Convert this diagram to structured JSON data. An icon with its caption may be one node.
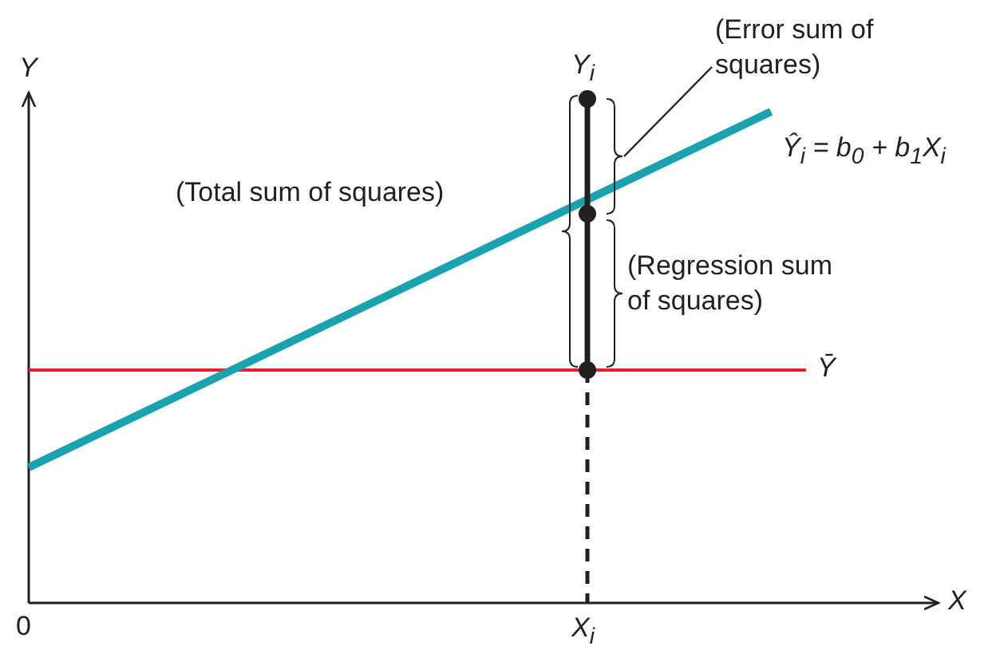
{
  "diagram": {
    "nodes": [
      {
        "text": [
          "(Error sum of squares)"
        ]
      },
      {
        "text": [],
        "shape": "bracket"
      }
    ],
    "edges": [
      {
        "from": 0,
        "to": 1,
        "arrow": "none"
      }
    ],
    "labels": [
      "Y",
      "Y$_{i}$",
      "(Total sum of squares)",
      "Ŷ$_{i}$ = b$_{0}$ + b$_{1}$X$_{i}$",
      "(Regression sum of squares)",
      "Ȳ",
      "0",
      "X",
      "X$_{i}$"
    ]
  }
}
